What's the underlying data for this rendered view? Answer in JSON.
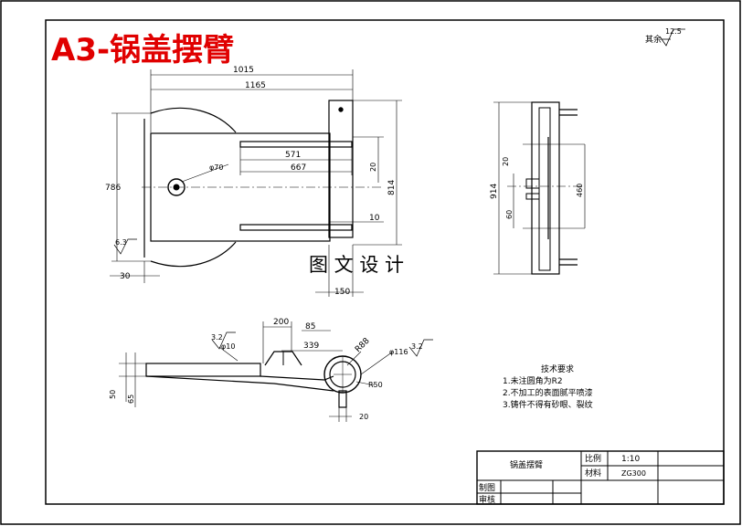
{
  "header": {
    "title": "A3-锅盖摆臂",
    "title_color": "#e00000",
    "roughness_note": "其余",
    "roughness_value": "12.5"
  },
  "watermark": "图 文 设 计",
  "top_view": {
    "dim_width_upper": "1015",
    "dim_width_lower": "1165",
    "dim_height": "786",
    "dim_571": "571",
    "dim_667": "667",
    "dim_right_height": "814",
    "dim_10": "10",
    "dim_30": "30",
    "dim_150": "150",
    "dim_hole": "φ70",
    "dim_small": "20",
    "roughness_left": "6.3"
  },
  "side_view": {
    "dim_height": "914",
    "dim_20": "20",
    "dim_60": "60",
    "dim_460": "460"
  },
  "front_view": {
    "dim_200": "200",
    "dim_85": "85",
    "dim_339": "339",
    "dim_r": "R88",
    "dim_hole_left": "φ10",
    "dim_hole_right": "φ116",
    "dim_50": "50",
    "dim_65": "65",
    "dim_r50": "R50",
    "dim_20": "20",
    "rough_left": "3.2",
    "rough_right": "3.2"
  },
  "requirements": {
    "heading": "技术要求",
    "items": [
      "1.未注圆角为R2",
      "2.不加工的表面腻平喷漆",
      "3.铸件不得有砂眼、裂纹"
    ]
  },
  "title_block": {
    "part_name": "锅盖摆臂",
    "scale_label": "比例",
    "scale_value": "1:10",
    "material_label": "材料",
    "material_value": "ZG300",
    "drawn_label": "制图",
    "checked_label": "审核"
  }
}
